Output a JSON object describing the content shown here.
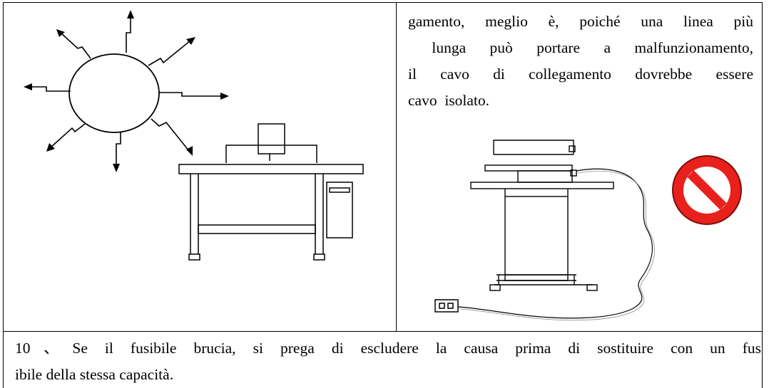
{
  "right_cell": {
    "lines": [
      "gamento, meglio è, poiché una linea più",
      " lunga può portare a malfunzionamento,",
      "il cavo di collegamento dovrebbe essere",
      "cavo  isolato."
    ]
  },
  "bottom": {
    "lines": [
      "10、Se il fusibile brucia, si prega di escludere la causa prima di sostituire con un fus",
      "ibile della stessa capacità."
    ]
  },
  "colors": {
    "prohibit_red": "#e8211c",
    "line": "#000000"
  },
  "icons": {
    "radiation": "radiating-arrows-icon",
    "prohibit": "prohibition-sign-icon",
    "outlet": "power-outlet-icon"
  }
}
